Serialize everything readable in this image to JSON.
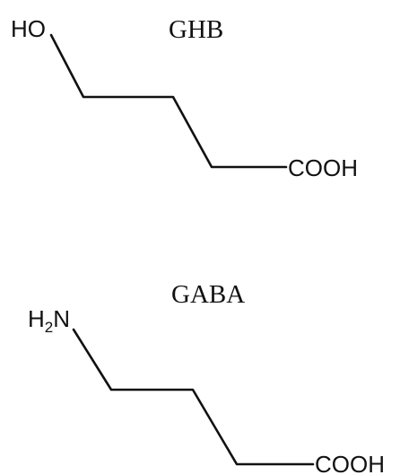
{
  "molecules": {
    "ghb": {
      "name": "GHB",
      "left_group": "HO",
      "right_group": "COOH"
    },
    "gaba": {
      "name": "GABA",
      "left_group_main": "H",
      "left_group_sub": "2",
      "left_group_tail": "N",
      "right_group": "COOH"
    }
  }
}
